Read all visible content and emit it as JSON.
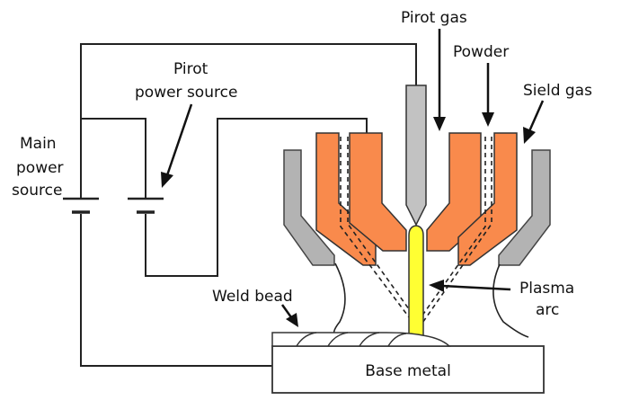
{
  "diagram": {
    "labels": {
      "pilot_gas": "Pirot gas",
      "powder": "Powder",
      "shield_gas": "Sield gas",
      "pilot_power_1": "Pirot",
      "pilot_power_2": "power source",
      "main_power_1": "Main",
      "main_power_2": "power",
      "main_power_3": "source",
      "weld_bead": "Weld bead",
      "plasma_arc_1": "Plasma",
      "plasma_arc_2": "arc",
      "base_metal": "Base metal"
    },
    "colors": {
      "nozzle": "#f98a4c",
      "shield_cup": "#b3b3b3",
      "electrode": "#c2c2c2",
      "arc": "#ffff33",
      "wire": "#222222",
      "background": "#ffffff"
    }
  }
}
